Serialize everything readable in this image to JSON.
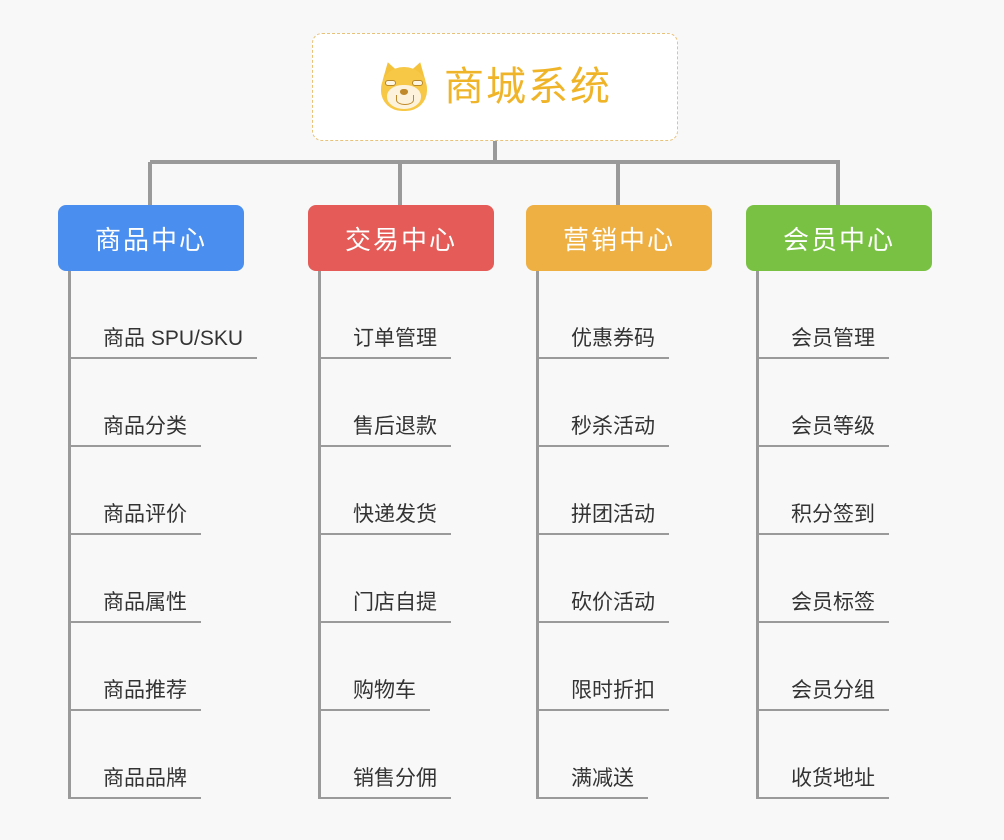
{
  "root": {
    "title": "商城系统",
    "icon": "shiba-dog-face-icon",
    "title_color": "#f0b429",
    "border_color": "#e9c27a",
    "background": "#ffffff"
  },
  "canvas": {
    "background": "#f8f8f8",
    "connector_color": "#9a9a9a"
  },
  "branches": [
    {
      "label": "商品中心",
      "color": "#4a8ff0",
      "leaves": [
        "商品 SPU/SKU",
        "商品分类",
        "商品评价",
        "商品属性",
        "商品推荐",
        "商品品牌"
      ]
    },
    {
      "label": "交易中心",
      "color": "#e45b57",
      "leaves": [
        "订单管理",
        "售后退款",
        "快递发货",
        "门店自提",
        "购物车",
        "销售分佣"
      ]
    },
    {
      "label": "营销中心",
      "color": "#eeaf43",
      "leaves": [
        "优惠券码",
        "秒杀活动",
        "拼团活动",
        "砍价活动",
        "限时折扣",
        "满减送"
      ]
    },
    {
      "label": "会员中心",
      "color": "#79c143",
      "leaves": [
        "会员管理",
        "会员等级",
        "积分签到",
        "会员标签",
        "会员分组",
        "收货地址"
      ]
    }
  ]
}
